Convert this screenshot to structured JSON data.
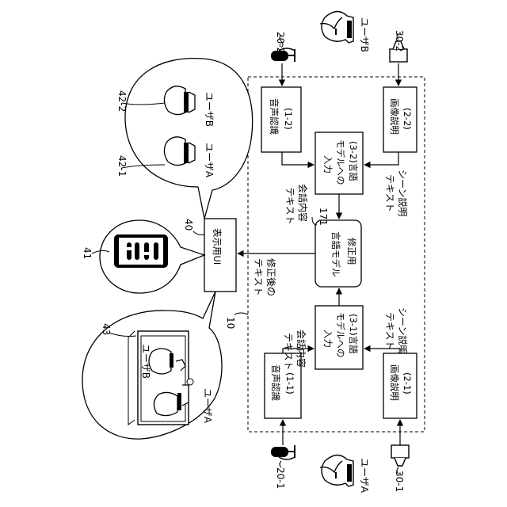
{
  "diagram": {
    "system_ref": "10",
    "boxes": {
      "asr_b": {
        "num": "(1-2)",
        "text": "音声認識"
      },
      "caption_b": {
        "num": "(2-2)",
        "text": "画像説明"
      },
      "input_b": {
        "line1": "(3-2)言語",
        "line2": "モデルへの",
        "line3": "入力"
      },
      "asr_a": {
        "num": "(1-1)",
        "text": "音声認識"
      },
      "caption_a": {
        "num": "(2-1)",
        "text": "画像説明"
      },
      "input_a": {
        "line1": "(3-1)言語",
        "line2": "モデルへの",
        "line3": "入力"
      },
      "lm": {
        "line1": "修正用",
        "line2": "言語モデル",
        "ref": "171"
      },
      "ui": {
        "text": "表示用UI",
        "ref": "40"
      }
    },
    "edge_labels": {
      "conv_b": {
        "line1": "会話内容",
        "line2": "テキスト"
      },
      "scene_b": {
        "line1": "シーン説明",
        "line2": "テキスト"
      },
      "conv_a": {
        "line1": "会話内容",
        "line2": "テキスト"
      },
      "scene_a": {
        "line1": "シーン説明",
        "line2": "テキスト"
      },
      "corrected": {
        "line1": "修正後の",
        "line2": "テキスト"
      }
    },
    "devices": {
      "mic_b": "20-2",
      "cam_b": "30-2",
      "mic_a": "20-1",
      "cam_a": "30-1"
    },
    "users": {
      "user_b": "ユーザB",
      "user_a": "ユーザA"
    },
    "bubbles": {
      "top_ref_1": "42-2",
      "top_ref_2": "42-1",
      "top_user_b": "ユーザB",
      "top_user_a": "ユーザA",
      "phone_ref": "41",
      "scene_ref": "43",
      "scene_user_b": "ユーザB",
      "scene_user_a": "ユーザA"
    }
  }
}
